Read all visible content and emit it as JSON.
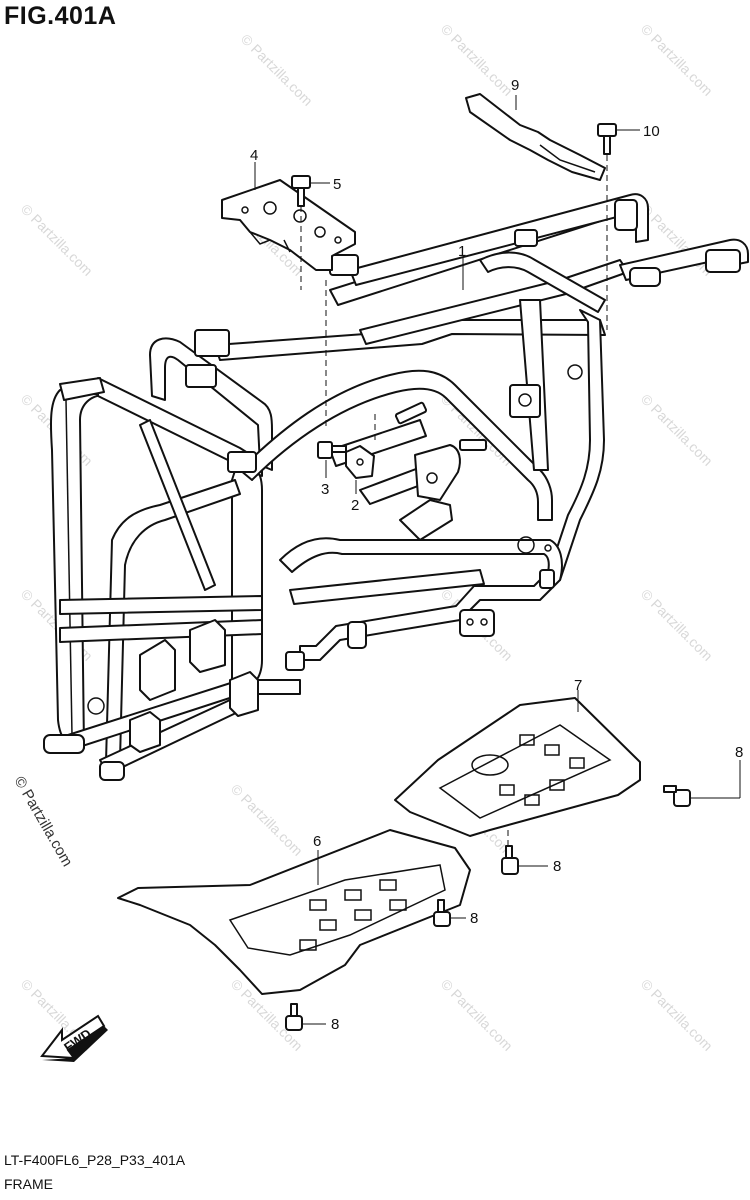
{
  "figure": {
    "title": "FIG.401A",
    "code": "LT-F400FL6_P28_P33_401A",
    "name": "FRAME"
  },
  "watermark": {
    "text": "© Partzilla.com",
    "strong_text": "© Partzilla.com"
  },
  "fwd_arrow": {
    "label": "FWD"
  },
  "callouts": [
    {
      "number": "1"
    },
    {
      "number": "2"
    },
    {
      "number": "3"
    },
    {
      "number": "4"
    },
    {
      "number": "5"
    },
    {
      "number": "6"
    },
    {
      "number": "7"
    },
    {
      "number": "8"
    },
    {
      "number": "8"
    },
    {
      "number": "8"
    },
    {
      "number": "8"
    },
    {
      "number": "9"
    },
    {
      "number": "10"
    }
  ]
}
